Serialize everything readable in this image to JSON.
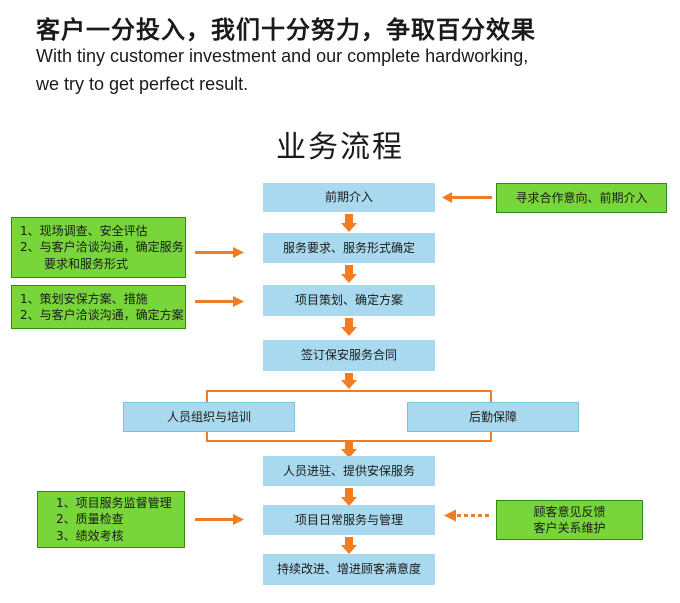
{
  "header": {
    "cn": "客户一分投入，我们十分努力，争取百分效果",
    "en_line1": "With tiny customer investment and our complete hardworking,",
    "en_line2": "we try to get perfect result."
  },
  "title": "业务流程",
  "steps": [
    "前期介入",
    "服务要求、服务形式确定",
    "项目策划、确定方案",
    "签订保安服务合同",
    "人员进驻、提供安保服务",
    "项目日常服务与管理",
    "持续改进、增进顾客满意度"
  ],
  "branches": [
    "人员组织与培训",
    "后勤保障"
  ],
  "side_notes": {
    "right_top": "寻求合作意向、前期介入",
    "left_1": [
      "1、现场调查、安全评估",
      "2、与客户洽谈沟通，确定服务",
      "要求和服务形式"
    ],
    "left_2": [
      "1、策划安保方案、措施",
      "2、与客户洽谈沟通，确定方案"
    ],
    "left_3": [
      "1、项目服务监督管理",
      "2、质量检查",
      "3、绩效考核"
    ],
    "right_bottom": [
      "顾客意见反馈",
      "客户关系维护"
    ]
  },
  "colors": {
    "step_fill": "#a9d9ee",
    "note_fill": "#78d63a",
    "note_border": "#2e8b10",
    "arrow": "#f07d22",
    "branch_line": "#f07d22"
  }
}
